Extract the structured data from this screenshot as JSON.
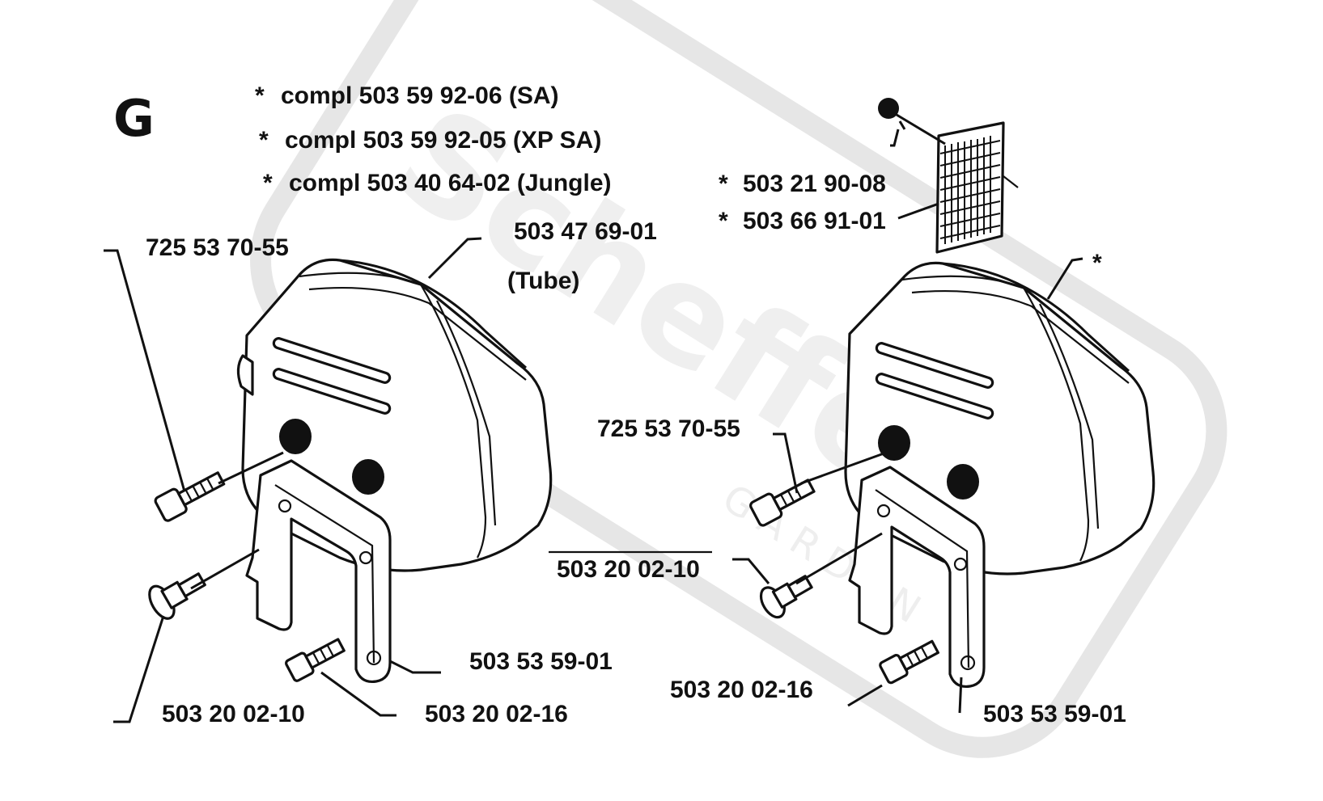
{
  "watermark": {
    "brand": "Scheffer",
    "sub": "GARDEN"
  },
  "section_letter": "G",
  "kits": [
    {
      "star": "*",
      "text": "compl 503 59 92-06 (SA)"
    },
    {
      "star": "*",
      "text": "compl 503 59 92-05 (XP SA)"
    },
    {
      "star": "*",
      "text": "compl 503 40 64-02 (Jungle)"
    }
  ],
  "left_group": {
    "screw_top": "725 53 70-55",
    "cover_part": "503 47 69-01",
    "cover_note": "(Tube)",
    "bracket": "503 53 59-01",
    "bolt_flange": "503 20 02-10",
    "bolt_small": "503 20 02-16"
  },
  "right_group": {
    "screen_screw": "503 21 90-08",
    "screen": "503 66 91-01",
    "star": "*",
    "cover_star": "*",
    "screw_mid": "725 53 70-55",
    "bolt_flange": "503 20 02-10",
    "bolt_small": "503 20 02-16",
    "bracket": "503 53 59-01"
  }
}
